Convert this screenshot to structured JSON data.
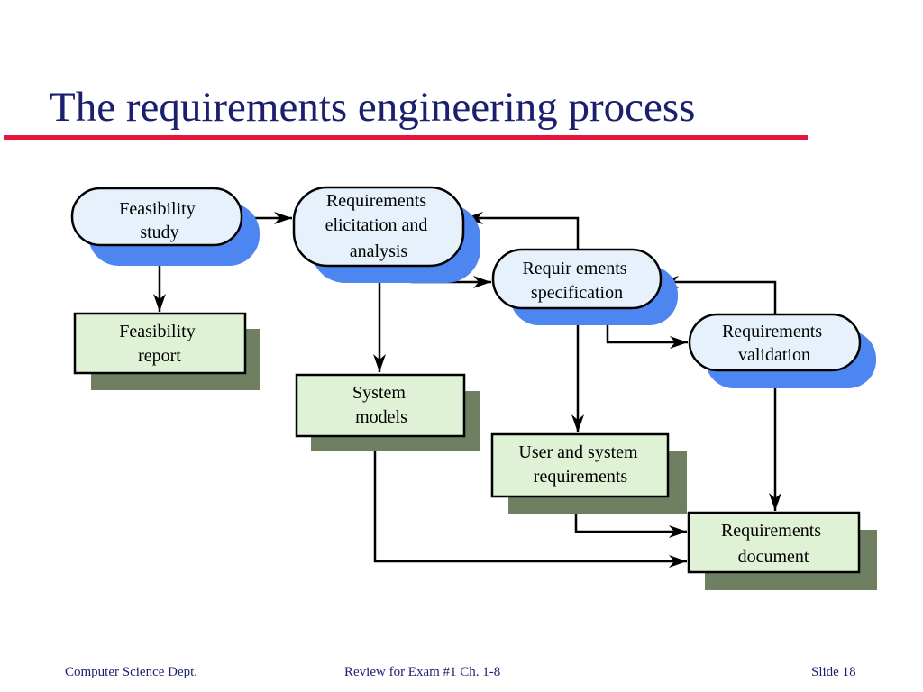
{
  "slide": {
    "title": "The requirements engineering process",
    "footer_left": "Computer Science Dept.",
    "footer_center": "Review for Exam #1 Ch. 1-8",
    "footer_right": "Slide  18"
  },
  "colors": {
    "title": "#1a1f6e",
    "rule": "#e8143c",
    "process_fill": "#e6f1fb",
    "process_shadow": "#4d86f0",
    "doc_fill": "#dff2d6",
    "doc_shadow": "#6e7f62"
  },
  "processes": {
    "feasibility_study": [
      "Feasibility",
      "study"
    ],
    "elicitation": [
      "Requirements",
      "elicitation and",
      "analysis"
    ],
    "specification": [
      "Requir ements",
      "specification"
    ],
    "validation": [
      "Requirements",
      "validation"
    ]
  },
  "documents": {
    "feasibility_report": [
      "Feasibility",
      "report"
    ],
    "system_models": [
      "System",
      "models"
    ],
    "user_system_requirements": [
      "User and system",
      "requirements"
    ],
    "requirements_document": [
      "Requirements",
      "document"
    ]
  }
}
